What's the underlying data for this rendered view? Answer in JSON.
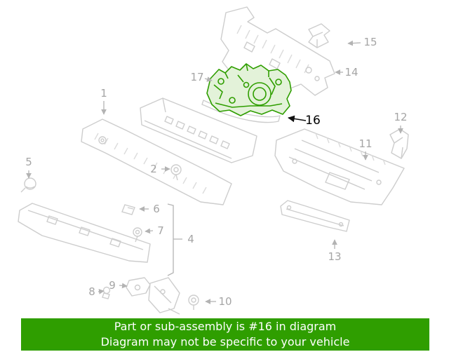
{
  "diagram": {
    "callouts": [
      {
        "label": "1"
      },
      {
        "label": "2"
      },
      {
        "label": "4"
      },
      {
        "label": "5"
      },
      {
        "label": "6"
      },
      {
        "label": "7"
      },
      {
        "label": "8"
      },
      {
        "label": "9"
      },
      {
        "label": "10"
      },
      {
        "label": "11"
      },
      {
        "label": "12"
      },
      {
        "label": "13"
      },
      {
        "label": "14"
      },
      {
        "label": "15"
      },
      {
        "label": "16",
        "highlighted": true
      },
      {
        "label": "17"
      }
    ],
    "highlighted_part": "16"
  },
  "colors": {
    "banner_bg": "#2f9e00",
    "highlight_green": "#2f9e00",
    "part_line_gray": "#cdcdcd",
    "label_gray": "#a5a5a5",
    "highlight_label": "#000000"
  },
  "banner": {
    "line1": "Part or sub-assembly is #16 in diagram",
    "line2": "Diagram may not be specific to your vehicle"
  }
}
